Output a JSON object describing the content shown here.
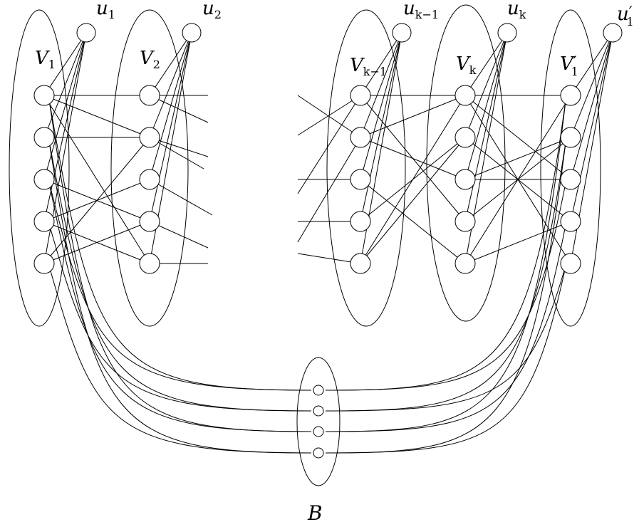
{
  "labels": {
    "V1": {
      "main": "V",
      "sub": "1",
      "sup": ""
    },
    "V2": {
      "main": "V",
      "sub": "2",
      "sup": ""
    },
    "Vkm1": {
      "main": "V",
      "sub": "k−1",
      "sup": ""
    },
    "Vk": {
      "main": "V",
      "sub": "k",
      "sup": ""
    },
    "V1p": {
      "main": "V",
      "sub": "1",
      "sup": "′"
    },
    "u1": {
      "main": "u",
      "sub": "1",
      "sup": ""
    },
    "u2": {
      "main": "u",
      "sub": "2",
      "sup": ""
    },
    "ukm1": {
      "main": "u",
      "sub": "k−1",
      "sup": ""
    },
    "uk": {
      "main": "u",
      "sub": "k",
      "sup": ""
    },
    "u1p": {
      "main": "u",
      "sub": "1",
      "sup": "′"
    },
    "B": {
      "main": "B",
      "sub": "",
      "sup": ""
    }
  },
  "groups": [
    "V1",
    "V2",
    "Vkm1",
    "Vk",
    "V1p"
  ],
  "apex_of_group": {
    "V1": "u1",
    "V2": "u2",
    "Vkm1": "ukm1",
    "Vk": "uk",
    "V1p": "u1p"
  },
  "vertices_per_group": 5,
  "b_vertices": 4,
  "edges": {
    "V1_V2": [
      [
        0,
        0
      ],
      [
        0,
        1
      ],
      [
        0,
        4
      ],
      [
        1,
        1
      ],
      [
        2,
        3
      ],
      [
        3,
        2
      ],
      [
        3,
        4
      ],
      [
        4,
        1
      ],
      [
        4,
        3
      ]
    ],
    "V2_right_stubs": [
      0,
      1,
      2,
      3,
      4
    ],
    "Vkm1_left_stubs": [
      0,
      1,
      2,
      3,
      4
    ],
    "Vkm1_Vk": [
      [
        0,
        0
      ],
      [
        0,
        3
      ],
      [
        1,
        2
      ],
      [
        1,
        0
      ],
      [
        2,
        4
      ],
      [
        3,
        1
      ],
      [
        4,
        1
      ],
      [
        4,
        0
      ]
    ],
    "Vk_V1p": [
      [
        0,
        0
      ],
      [
        0,
        2
      ],
      [
        0,
        4
      ],
      [
        1,
        3
      ],
      [
        2,
        2
      ],
      [
        2,
        1
      ],
      [
        3,
        1
      ],
      [
        4,
        0
      ],
      [
        4,
        3
      ]
    ],
    "V1_B": [
      [
        0,
        0
      ],
      [
        0,
        2
      ],
      [
        1,
        1
      ],
      [
        1,
        3
      ],
      [
        2,
        0
      ],
      [
        2,
        2
      ],
      [
        3,
        1
      ],
      [
        4,
        3
      ]
    ],
    "V1p_B": [
      [
        0,
        0
      ],
      [
        0,
        2
      ],
      [
        1,
        1
      ],
      [
        1,
        3
      ],
      [
        2,
        0
      ],
      [
        3,
        2
      ],
      [
        4,
        1
      ],
      [
        4,
        3
      ]
    ]
  }
}
